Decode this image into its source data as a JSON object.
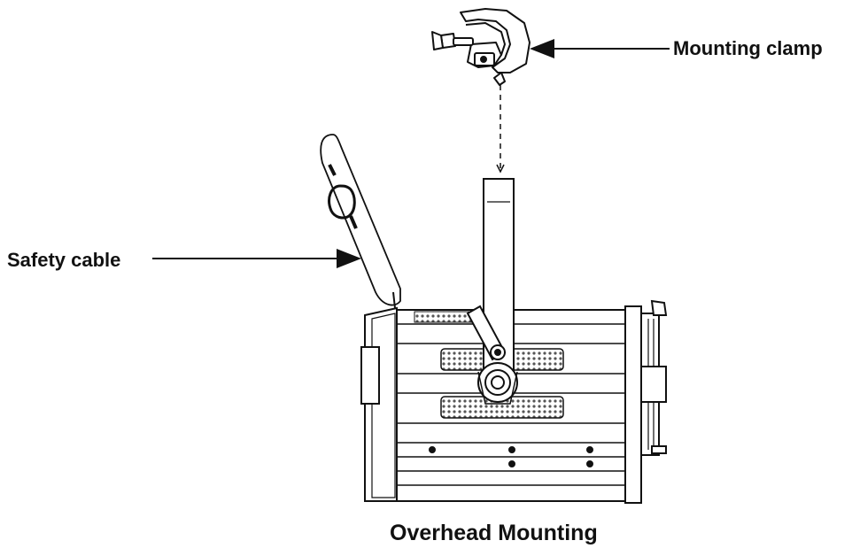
{
  "labels": {
    "mounting_clamp": "Mounting clamp",
    "safety_cable": "Safety cable",
    "caption": "Overhead Mounting"
  },
  "colors": {
    "line": "#111111",
    "fill": "#ffffff",
    "mesh": "#555555"
  },
  "icons": [
    "mounting-clamp-icon",
    "safety-cable-icon",
    "fixture-yoke-icon",
    "fixture-body-icon"
  ]
}
